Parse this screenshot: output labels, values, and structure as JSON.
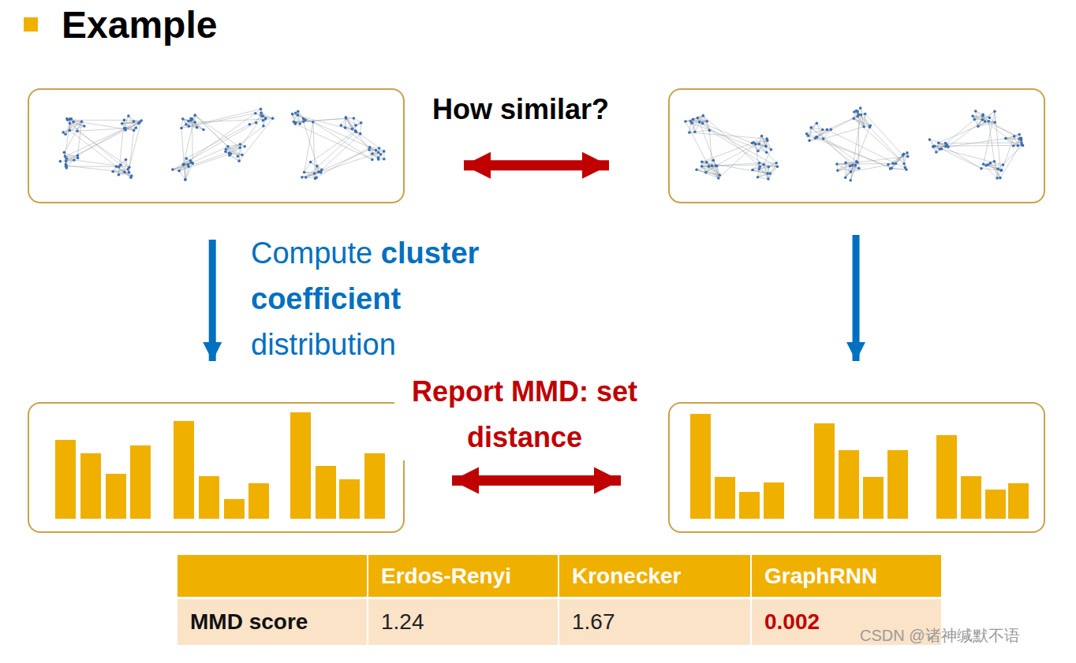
{
  "diagram": {
    "title": "Example",
    "nodes": [
      {
        "text": []
      },
      {
        "text": []
      },
      {
        "text": []
      },
      {
        "text": []
      }
    ],
    "edges": [
      {
        "from": 0,
        "to": 1,
        "label": "How similar?",
        "arrow": "both"
      },
      {
        "from": 0,
        "to": 2,
        "label": "Compute cluster coefficient distribution",
        "arrow": "to"
      },
      {
        "from": 1,
        "to": 3,
        "arrow": "to"
      },
      {
        "from": 2,
        "to": 3,
        "label": "Report MMD: set distance",
        "arrow": "both"
      }
    ],
    "labels": [
      "Erdos-Renyi",
      "Kronecker",
      "GraphRNN",
      "MMD score",
      "1.24",
      "1.67",
      "0.002",
      "CSDN @诸神缄默不语"
    ]
  }
}
